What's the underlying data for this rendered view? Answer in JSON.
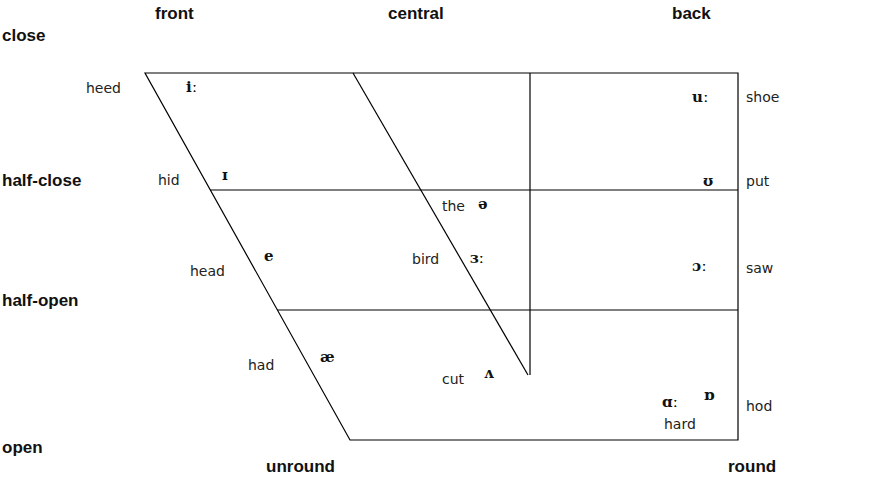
{
  "diagram": {
    "labels": [
      "front",
      "central",
      "back",
      "close",
      "heed",
      "iː",
      "uː",
      "shoe",
      "half-close",
      "hid",
      "ɪ",
      "ʊ",
      "put",
      "the",
      "ə",
      "head",
      "e",
      "bird",
      "ɜː",
      "ɔː",
      "saw",
      "half-open",
      "had",
      "æ",
      "cut",
      "ʌ",
      "ɑː",
      "ɒ",
      "hod",
      "hard",
      "open",
      "unround",
      "round"
    ]
  }
}
